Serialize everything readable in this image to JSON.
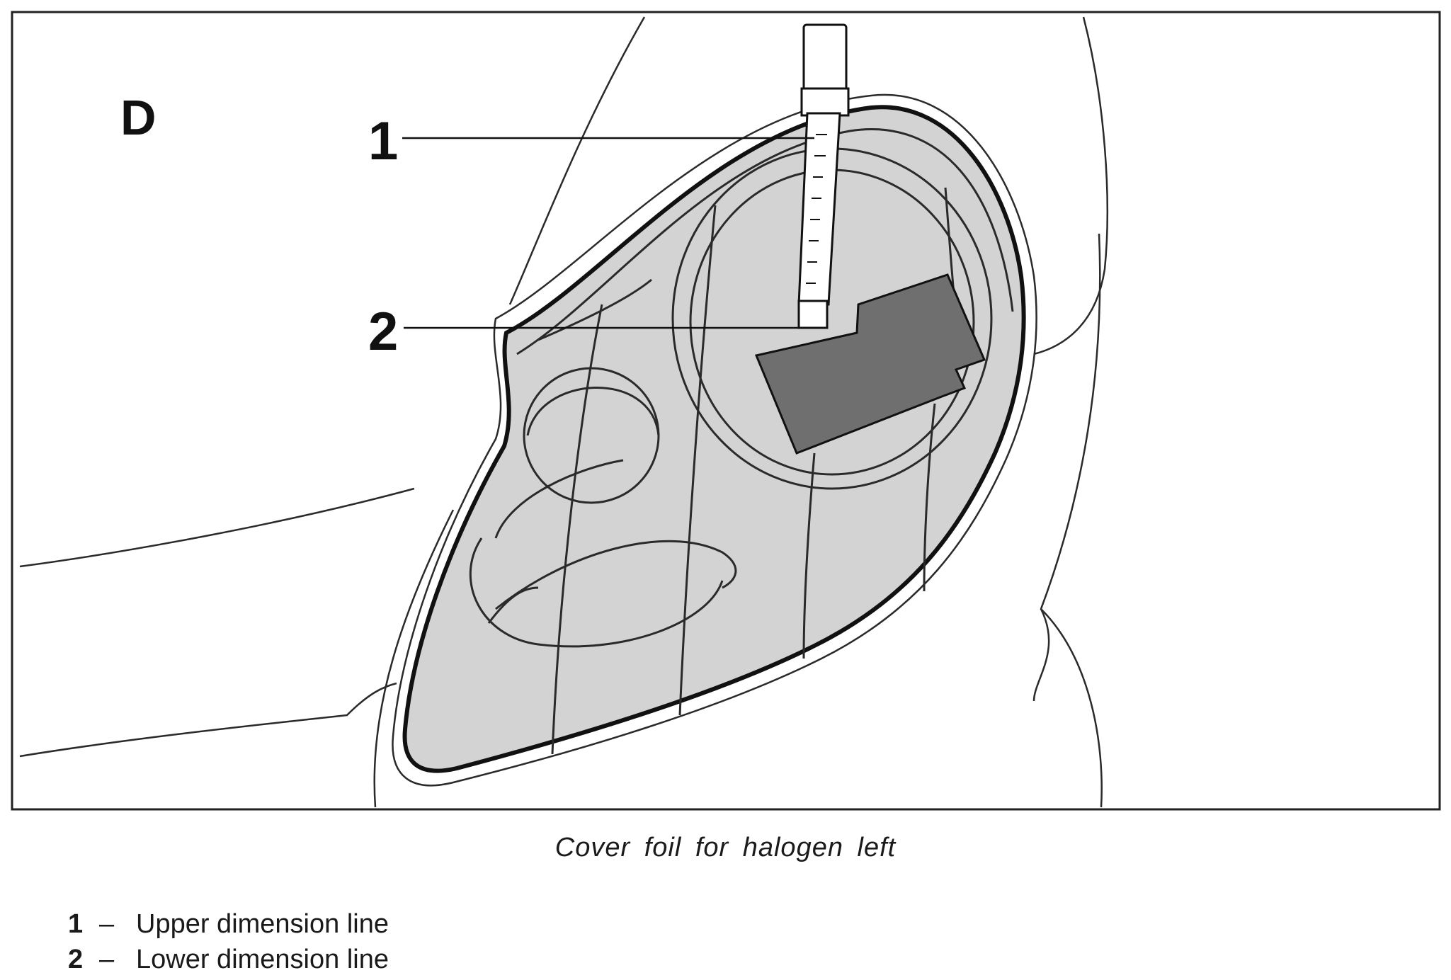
{
  "figure": {
    "view_label": "D",
    "callouts": [
      {
        "number": "1"
      },
      {
        "number": "2"
      }
    ]
  },
  "caption": "Cover foil for halogen left",
  "legend": [
    {
      "number": "1",
      "dash": "–",
      "text": "Upper dimension line"
    },
    {
      "number": "2",
      "dash": "–",
      "text": "Lower dimension line"
    }
  ]
}
